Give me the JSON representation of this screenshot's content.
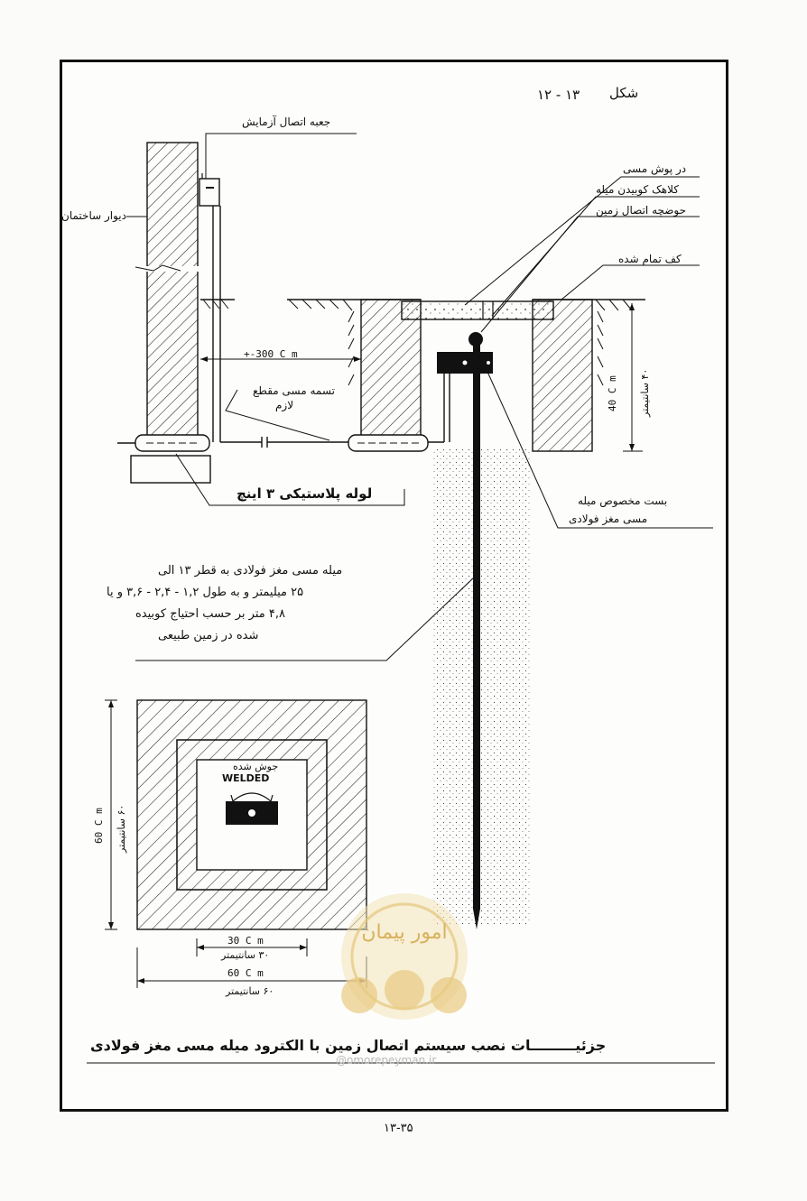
{
  "figure": {
    "label": "شکل",
    "number": "۱۳ - ۱۲"
  },
  "labels": {
    "test_box": "جعبه اتصال آزمایش",
    "building_wall": "دیوار ساختمان",
    "distance": "+-300 C m",
    "copper_strap": "تسمه مسی مقطع",
    "copper_strap_2": "لازم",
    "plastic_pipe": "لوله پلاستیکی ۳ اینچ",
    "bronze_cover": "در پوش مسی",
    "hammer_head": "کلاهک کوبیدن میله",
    "ground_pit": "حوضچه اتصال زمین",
    "finished_floor": "کف تمام شده",
    "depth_cm": "40 C m",
    "depth_fa": "۴۰ سانتیمتر",
    "clamp_1": "بست مخصوص میله",
    "clamp_2": "مسی مغز فولادی",
    "rod_1": "میله مسی مغز فولادی به قطر ۱۳ الی",
    "rod_2": "۲۵ میلیمتر و به طول ۱,۲ - ۲,۴ - ۳,۶ و یا",
    "rod_3": "۴,۸ متر بر حسب احتیاج کوبیده",
    "rod_4": "شده در زمین طبیعی",
    "welded_fa": "جوش شده",
    "welded_en": "WELDED",
    "dim60_cm": "60 C m",
    "dim60_fa": "۶۰ سانتیمتر",
    "dim30_cm": "30 C m",
    "dim30_fa": "۳۰ سانتیمتر",
    "dimb60_cm": "60 C m",
    "dimb60_fa": "۶۰ سانتیمتر"
  },
  "caption": "جزئیـــــــــات نصب سیستم اتصال زمین با الکترود میله مسی مغز فولادی",
  "watermark": "@omorepeyman.ir",
  "watermark_logo": "امور پیمان",
  "page_number": "۱۳-۳۵"
}
